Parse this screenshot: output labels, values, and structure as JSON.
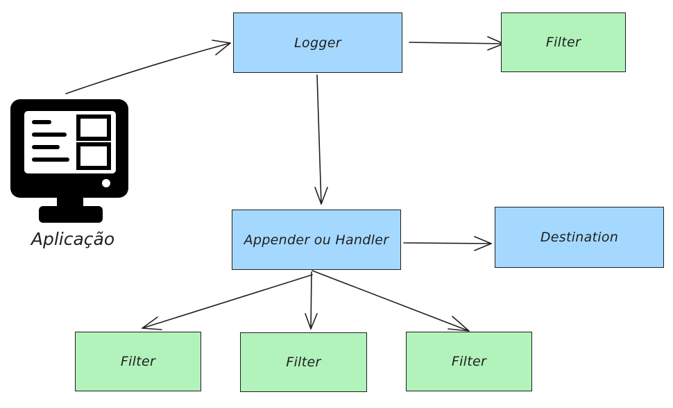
{
  "colors": {
    "blue": "#a5d8ff",
    "green": "#b2f2bb",
    "stroke": "#1e1e1e"
  },
  "application": {
    "label": "Aplicação",
    "icon": "monitor-icon"
  },
  "nodes": {
    "logger": "Logger",
    "logger_filter": "Filter",
    "appender": "Appender ou Handler",
    "destination": "Destination",
    "filter_1": "Filter",
    "filter_2": "Filter",
    "filter_3": "Filter"
  }
}
